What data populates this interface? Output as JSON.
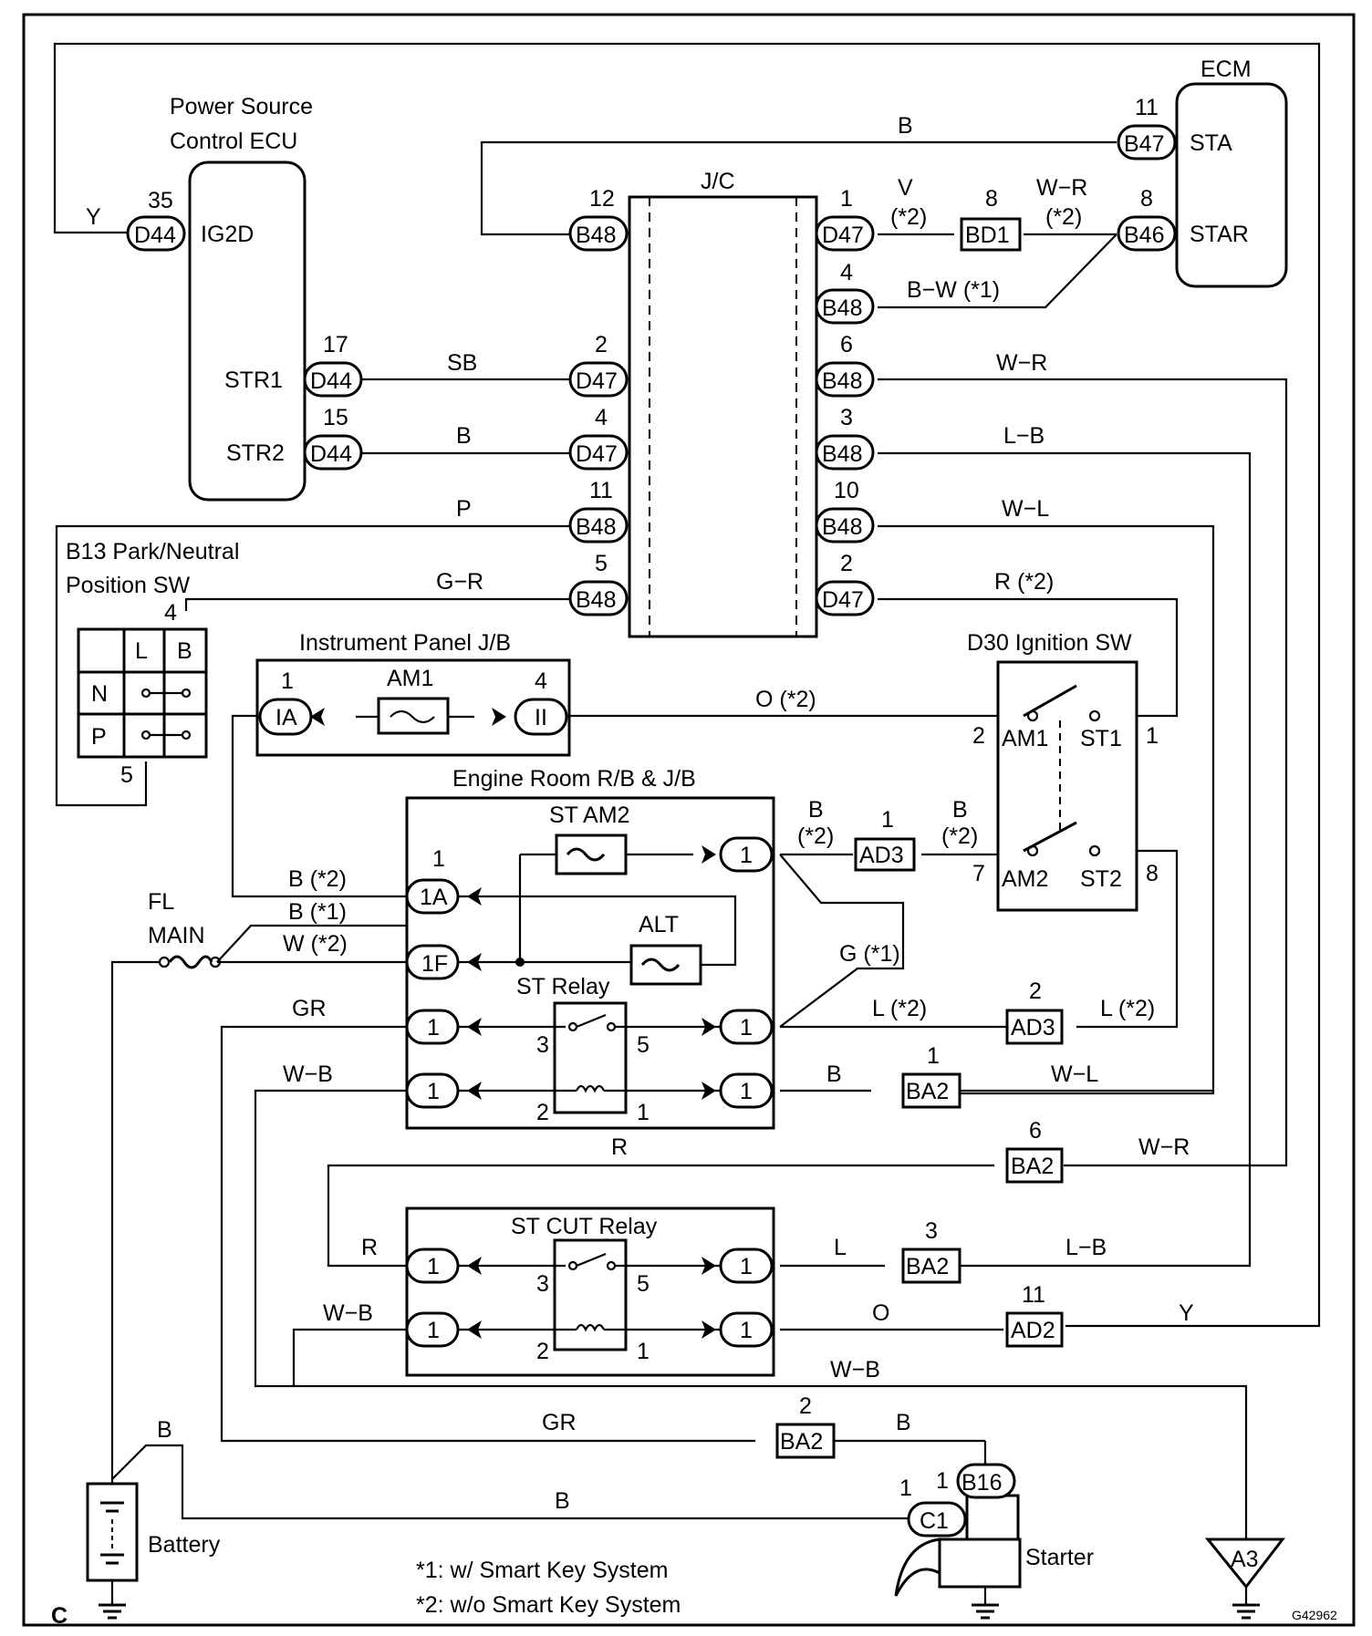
{
  "diagram_code": "C",
  "figure_id": "G42962",
  "notes": [
    "*1: w/ Smart Key System",
    "*2: w/o Smart Key System"
  ],
  "components": {
    "ecm": {
      "title": "ECM",
      "pins": [
        "STA",
        "STAR"
      ]
    },
    "power_source_ecu": {
      "title_line1": "Power Source",
      "title_line2": "Control ECU",
      "pins": [
        "IG2D",
        "STR1",
        "STR2"
      ]
    },
    "jc": {
      "title": "J/C"
    },
    "park_neutral_sw": {
      "title_line1": "B13 Park/Neutral",
      "title_line2": "Position SW",
      "cols": [
        "L",
        "B"
      ],
      "rows": [
        "N",
        "P"
      ]
    },
    "instrument_panel_jb": {
      "title": "Instrument Panel J/B",
      "fuse": "AM1"
    },
    "ignition_sw": {
      "title": "D30 Ignition SW",
      "terminals": [
        "AM1",
        "ST1",
        "AM2",
        "ST2"
      ]
    },
    "engine_room_jb": {
      "title": "Engine Room R/B & J/B",
      "fuse_st": "ST AM2",
      "fuse_alt": "ALT",
      "relay": "ST Relay"
    },
    "st_cut_relay": {
      "title": "ST CUT Relay"
    },
    "fl_main": {
      "line1": "FL",
      "line2": "MAIN"
    },
    "battery": {
      "title": "Battery"
    },
    "starter": {
      "title": "Starter"
    },
    "ground": {
      "title": "A3"
    }
  },
  "connectors": {
    "B47": "B47",
    "B46": "B46",
    "D44": "D44",
    "B48": "B48",
    "D47": "D47",
    "BD1": "BD1",
    "IA": "IA",
    "II": "II",
    "AD3": "AD3",
    "AD2": "AD2",
    "BA2": "BA2",
    "1A": "1A",
    "1F": "1F",
    "B16": "B16",
    "C1": "C1",
    "one": "1"
  },
  "pins": {
    "p1": "1",
    "p2": "2",
    "p3": "3",
    "p4": "4",
    "p5": "5",
    "p6": "6",
    "p7": "7",
    "p8": "8",
    "p10": "10",
    "p11": "11",
    "p12": "12",
    "p15": "15",
    "p17": "17",
    "p35": "35"
  },
  "wires": {
    "Y": "Y",
    "B": "B",
    "SB": "SB",
    "P": "P",
    "G_R": "G−R",
    "V": "V",
    "star2": "(*2)",
    "W_R": "W−R",
    "B_W_1": "B−W (*1)",
    "L_B": "L−B",
    "W_L": "W−L",
    "R_2": "R (*2)",
    "O_2": "O (*2)",
    "B_2": "B (*2)",
    "B_1": "B (*1)",
    "W_2": "W (*2)",
    "G_1": "G (*1)",
    "L_2": "L (*2)",
    "GR": "GR",
    "W_B": "W−B",
    "R": "R",
    "L": "L",
    "O": "O"
  }
}
